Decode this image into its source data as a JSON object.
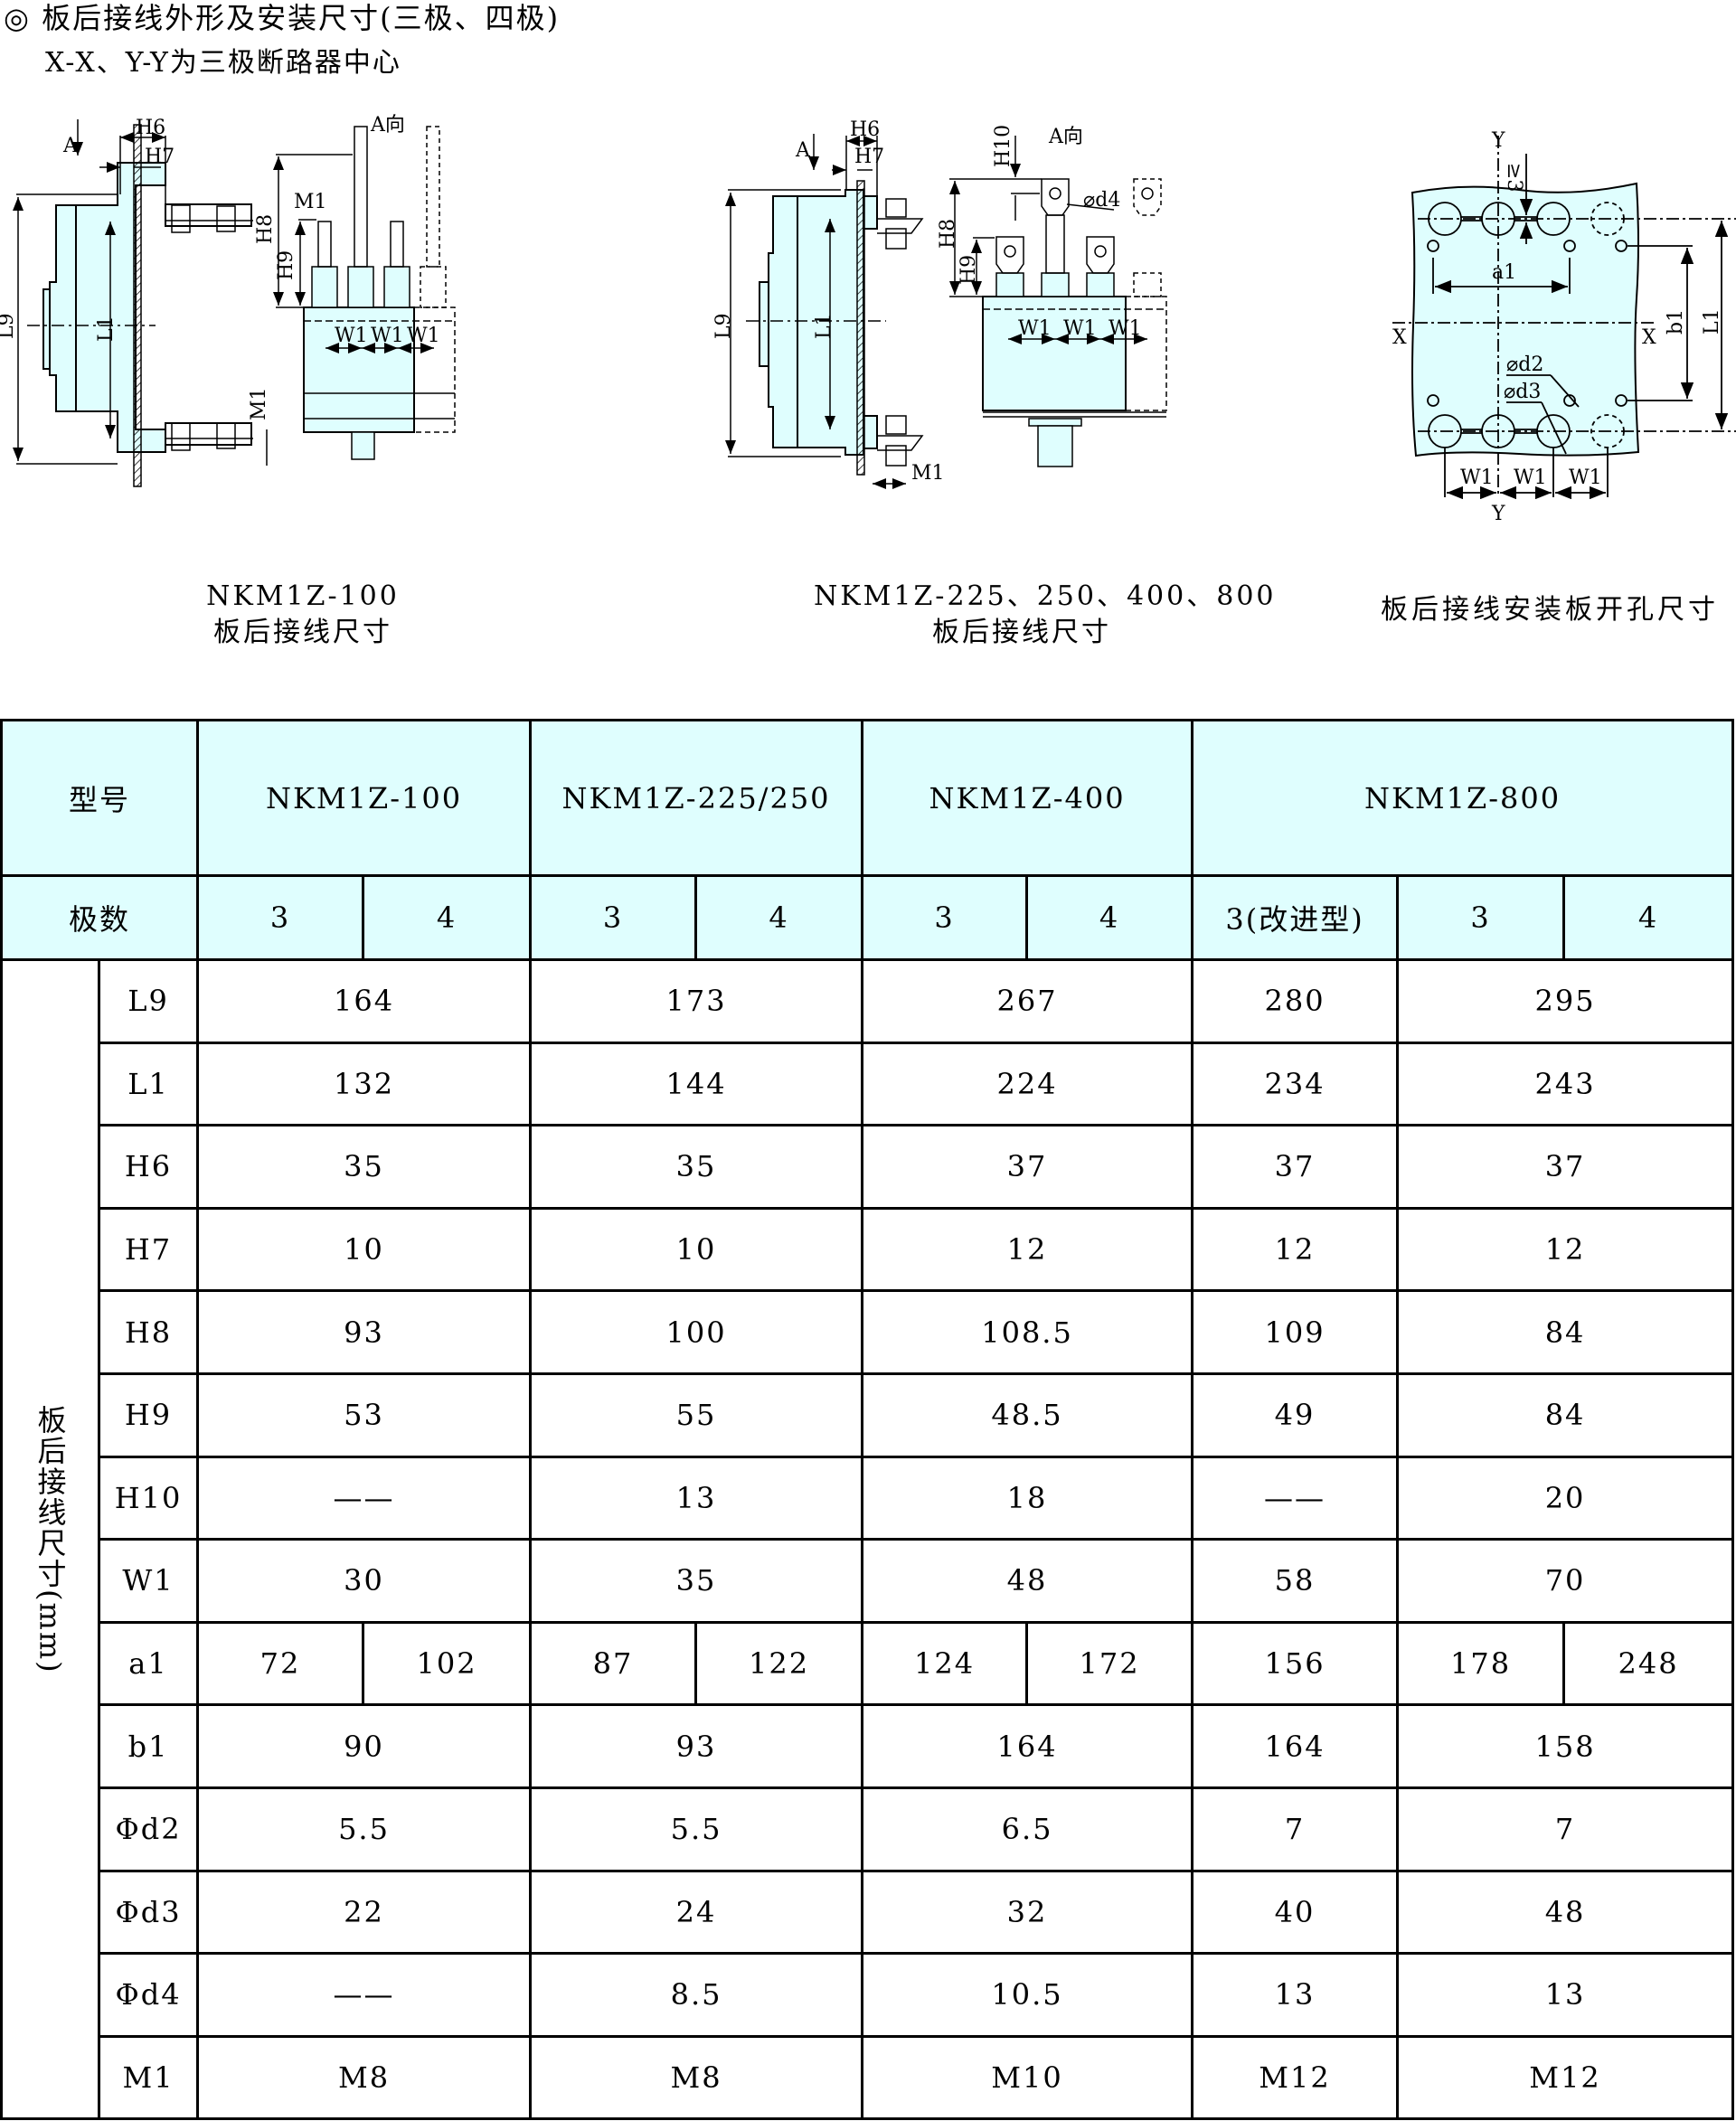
{
  "header": {
    "title": "◎ 板后接线外形及安装尺寸(三极、四极)",
    "subtitle": "X-X、Y-Y为三极断路器中心"
  },
  "colors": {
    "fill": "#dffefe",
    "line": "#000000"
  },
  "figures": [
    {
      "id": "nkm1z-100",
      "caption_line1": "NKM1Z-100",
      "caption_line2": "板后接线尺寸",
      "labels": {
        "view_arrow": "A",
        "view_label": "A向",
        "h6": "H6",
        "h7": "H7",
        "l9": "L9",
        "l1": "L1",
        "m1": "M1",
        "h8": "H8",
        "h9": "H9",
        "w1": "W1"
      }
    },
    {
      "id": "nkm1z-225-800",
      "caption_line1": "NKM1Z-225、250、400、800",
      "caption_line2": "板后接线尺寸",
      "labels": {
        "view_arrow": "A",
        "view_label": "A向",
        "h6": "H6",
        "h7": "H7",
        "h10": "H10",
        "l9": "L9",
        "l1": "L1",
        "m1": "M1",
        "h8": "H8",
        "h9": "H9",
        "w1": "W1",
        "d4": "⌀d4"
      }
    },
    {
      "id": "panel-cutout",
      "caption_line1": "板后接线安装板开孔尺寸",
      "labels": {
        "y": "Y",
        "x": "X",
        "gap": "≥3",
        "a1": "a1",
        "b1": "b1",
        "l1": "L1",
        "d2": "⌀d2",
        "d3": "⌀d3",
        "w1": "W1"
      }
    }
  ],
  "table": {
    "model_label": "型号",
    "poles_label": "极数",
    "group_label": "板后接线尺寸",
    "group_unit": "(mm)",
    "models": [
      "NKM1Z-100",
      "NKM1Z-225/250",
      "NKM1Z-400",
      "NKM1Z-800"
    ],
    "poles": [
      "3",
      "4",
      "3",
      "4",
      "3",
      "4",
      "3(改进型)",
      "3",
      "4"
    ],
    "rows": [
      {
        "param": "L9",
        "values": [
          "164",
          "173",
          "267",
          "280",
          "295"
        ]
      },
      {
        "param": "L1",
        "values": [
          "132",
          "144",
          "224",
          "234",
          "243"
        ]
      },
      {
        "param": "H6",
        "values": [
          "35",
          "35",
          "37",
          "37",
          "37"
        ]
      },
      {
        "param": "H7",
        "values": [
          "10",
          "10",
          "12",
          "12",
          "12"
        ]
      },
      {
        "param": "H8",
        "values": [
          "93",
          "100",
          "108.5",
          "109",
          "84"
        ]
      },
      {
        "param": "H9",
        "values": [
          "53",
          "55",
          "48.5",
          "49",
          "84"
        ]
      },
      {
        "param": "H10",
        "values": [
          "——",
          "13",
          "18",
          "——",
          "20"
        ]
      },
      {
        "param": "W1",
        "values": [
          "30",
          "35",
          "48",
          "58",
          "70"
        ]
      },
      {
        "param": "a1",
        "values": [
          "72",
          "102",
          "87",
          "122",
          "124",
          "172",
          "156",
          "178",
          "248"
        ]
      },
      {
        "param": "b1",
        "values": [
          "90",
          "93",
          "164",
          "164",
          "158"
        ]
      },
      {
        "param": "Φd2",
        "values": [
          "5.5",
          "5.5",
          "6.5",
          "7",
          "7"
        ]
      },
      {
        "param": "Φd3",
        "values": [
          "22",
          "24",
          "32",
          "40",
          "48"
        ]
      },
      {
        "param": "Φd4",
        "values": [
          "——",
          "8.5",
          "10.5",
          "13",
          "13"
        ]
      },
      {
        "param": "M1",
        "values": [
          "M8",
          "M8",
          "M10",
          "M12",
          "M12"
        ]
      }
    ]
  }
}
